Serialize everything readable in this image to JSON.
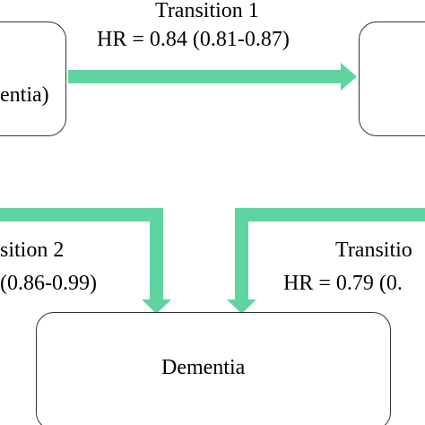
{
  "colors": {
    "arrow": "#5fd4a2",
    "box_border": "#333333",
    "text": "#000000",
    "background": "#ffffff"
  },
  "nodes": {
    "left_state": {
      "label": "entia)"
    },
    "right_state": {
      "label": ""
    },
    "dementia": {
      "label": "Dementia"
    }
  },
  "transitions": [
    {
      "title": "Transition 1",
      "hr": "HR = 0.84 (0.81-0.87)"
    },
    {
      "title": "sition 2",
      "hr": "(0.86-0.99)"
    },
    {
      "title": "Transitio",
      "hr": "HR = 0.79 (0."
    }
  ]
}
